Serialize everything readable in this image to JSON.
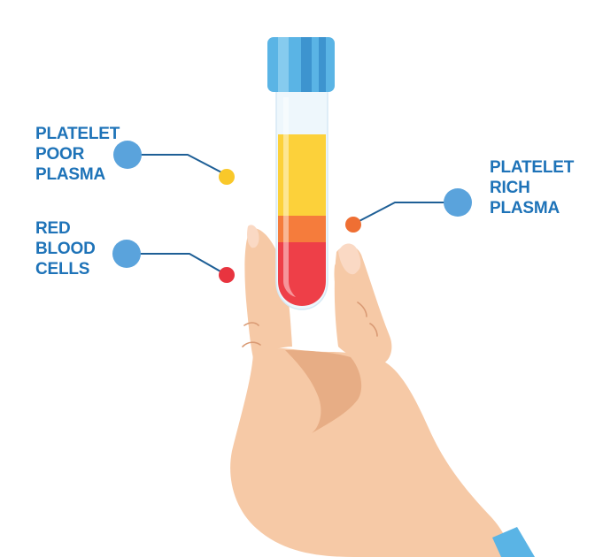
{
  "labels": {
    "platelet_poor_plasma": [
      "PLATELET",
      "POOR",
      "PLASMA"
    ],
    "red_blood_cells": [
      "RED",
      "BLOOD",
      "CELLS"
    ],
    "platelet_rich_plasma": [
      "PLATELET",
      "RICH",
      "PLASMA"
    ]
  },
  "colors": {
    "label_text": "#1e73b8",
    "callout_line": "#1e5f96",
    "callout_dot": "#5aa3dc",
    "cap_main": "#5ab4e5",
    "cap_dark": "#3d94cf",
    "cap_light": "#86cbee",
    "tube_glass": "#eef7fc",
    "plasma_poor": "#fcd13a",
    "plasma_rich": "#f57c3c",
    "red_cells": "#ee3f48",
    "marker_yellow": "#f9c82a",
    "marker_orange": "#ef6f33",
    "marker_red": "#e8343f",
    "skin": "#f6c9a6",
    "skin_shadow": "#e7ad85",
    "skin_line": "#d99a74",
    "nail": "#fad9c4",
    "sleeve": "#5ab4e5"
  },
  "icons": [
    "test-tube-icon",
    "hand-icon"
  ]
}
